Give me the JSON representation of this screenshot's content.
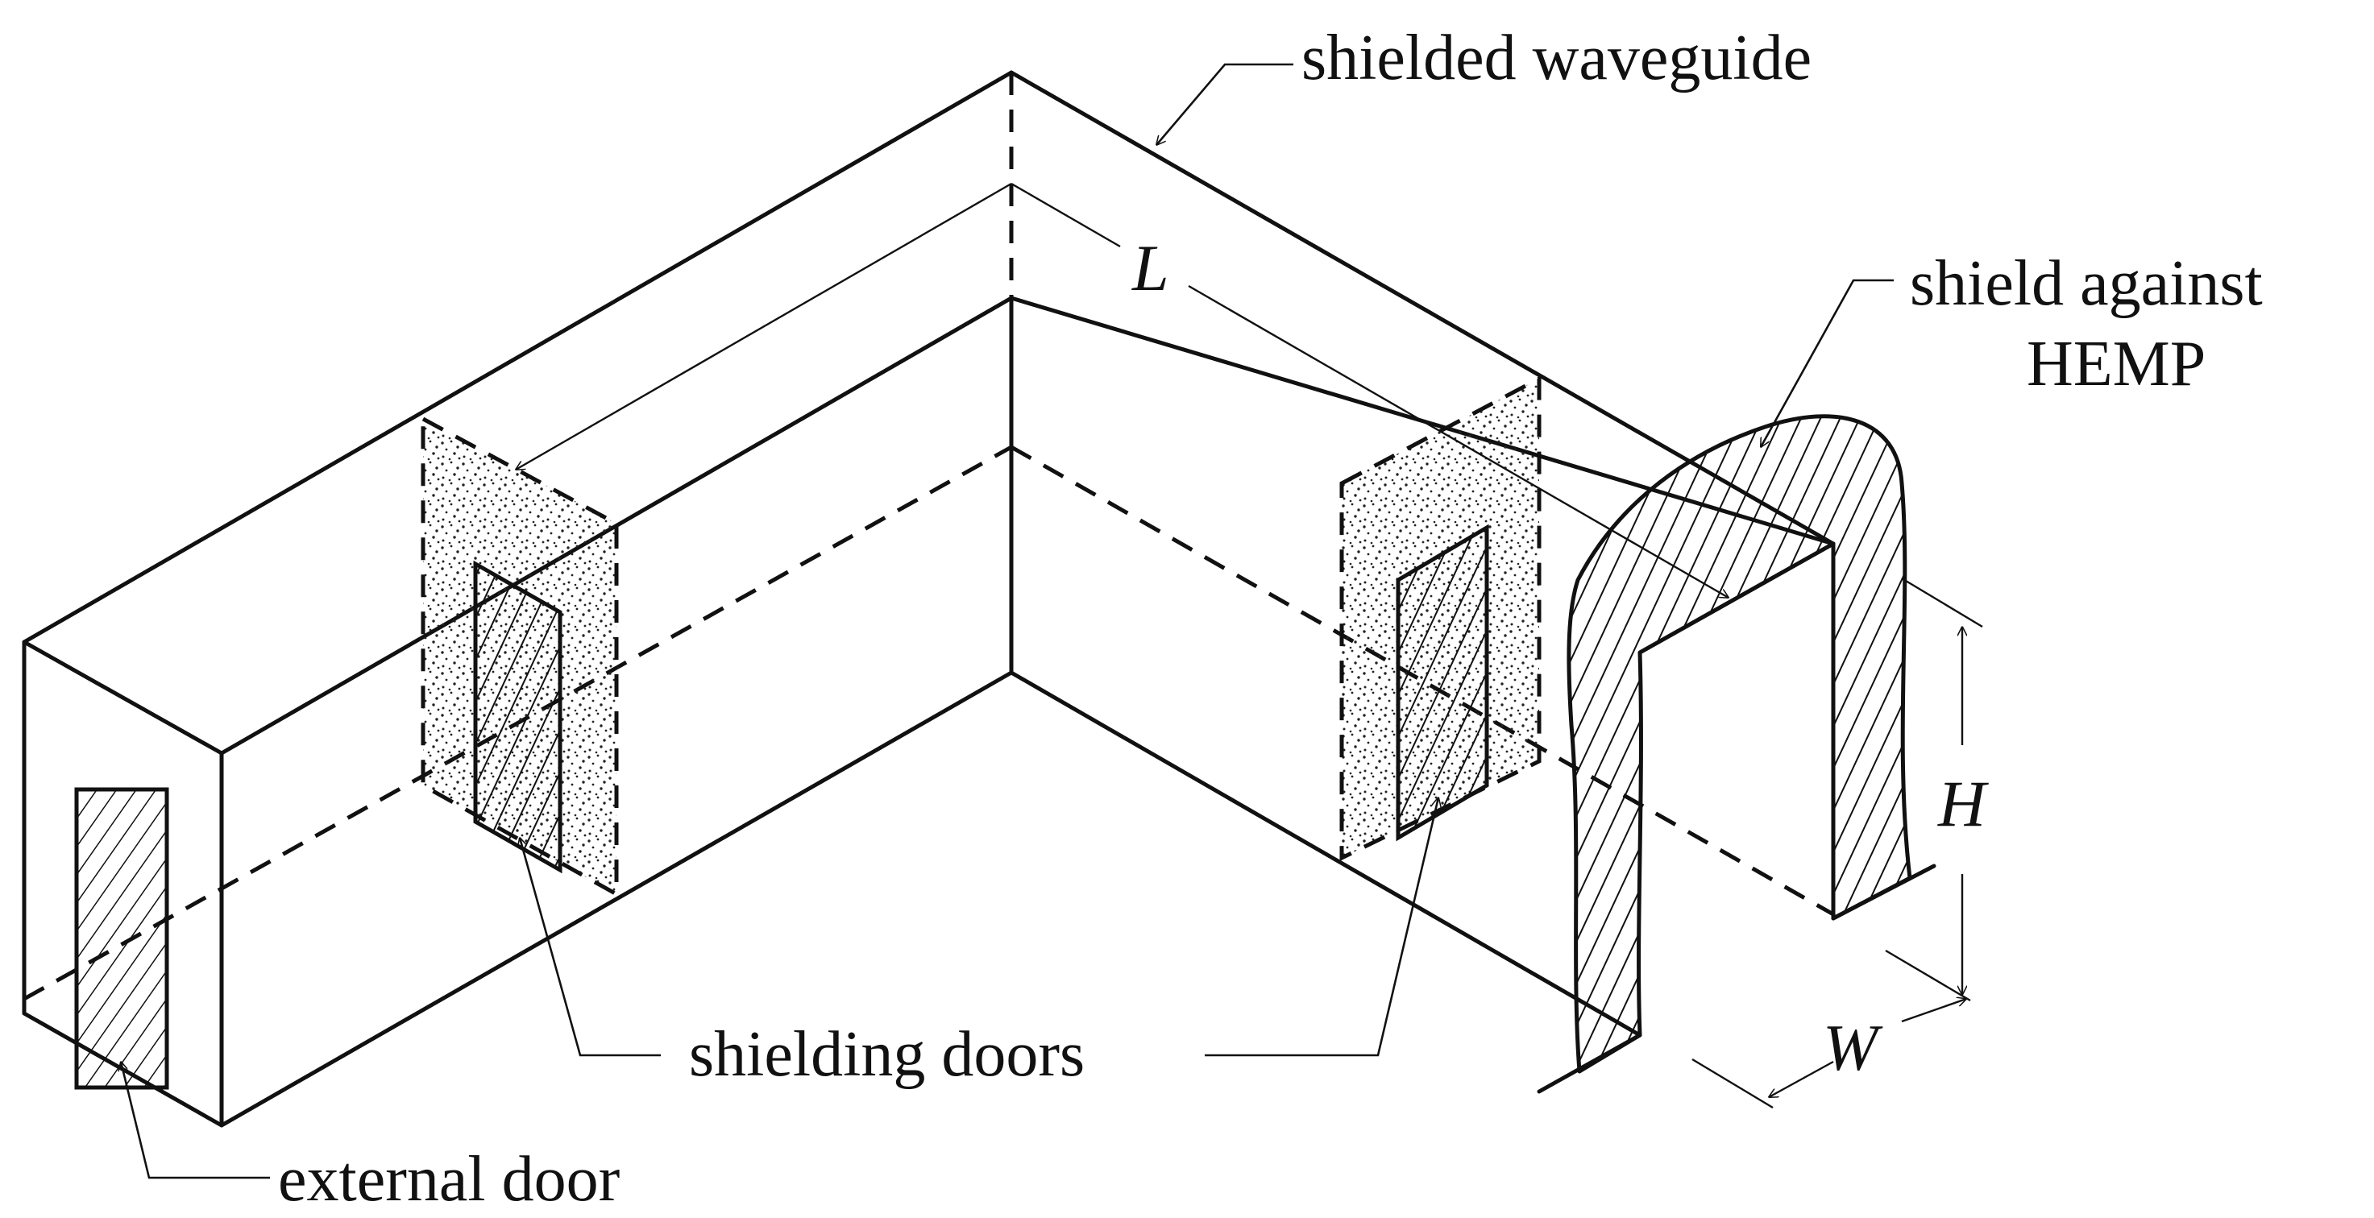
{
  "labels": {
    "shielded_waveguide": "shielded waveguide",
    "shield_against_line1": "shield against",
    "shield_against_line2": "HEMP",
    "shielding_doors": "shielding doors",
    "external_door": "external door"
  },
  "dimensions": {
    "length": "L",
    "height": "H",
    "width": "W"
  }
}
